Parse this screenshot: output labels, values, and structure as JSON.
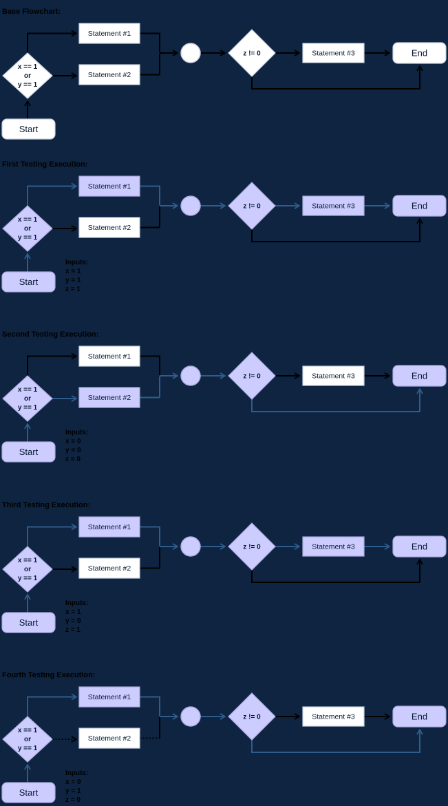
{
  "colors": {
    "background": "#0E2440",
    "normal_path": "#000000",
    "executed_path": "#2E5C8C",
    "normal_fill": "#FFFFFF",
    "executed_fill": "#CCCCFF",
    "normal_border": "#C9D2E0",
    "executed_border": "#ACACE0",
    "shape_text": "#081B33",
    "label_text": "#000000"
  },
  "node_labels": {
    "start": "Start",
    "decision1_lines": [
      "x == 1",
      "or",
      "y == 1"
    ],
    "statement1": "Statement #1",
    "statement2": "Statement #2",
    "decision2": "z != 0",
    "statement3": "Statement #3",
    "end": "End"
  },
  "sections": [
    {
      "title": "Base Flowchart:",
      "inputs_label": "",
      "inputs": [],
      "highlighted_nodes": [],
      "executed_connectors": [],
      "dotted_connectors": []
    },
    {
      "title": "First Testing Execution:",
      "inputs_label": "Inputs:",
      "inputs": [
        "x = 1",
        "y = 1",
        "z = 1"
      ],
      "highlighted_nodes": [
        "start",
        "decision1",
        "statement1",
        "circle",
        "decision2",
        "statement3",
        "end"
      ],
      "executed_connectors": [
        "start-decision1",
        "decision1-statement1",
        "statement1-merge",
        "merge-circle",
        "circle-decision2",
        "decision2-statement3",
        "statement3-end"
      ],
      "dotted_connectors": []
    },
    {
      "title": "Second Testing Execution:",
      "inputs_label": "Inputs:",
      "inputs": [
        "x = 0",
        "y = 0",
        "z = 0"
      ],
      "highlighted_nodes": [
        "start",
        "decision1",
        "statement2",
        "circle",
        "decision2",
        "end"
      ],
      "executed_connectors": [
        "start-decision1",
        "decision1-statement2",
        "statement2-merge",
        "merge-circle",
        "circle-decision2",
        "skip-loop"
      ],
      "dotted_connectors": []
    },
    {
      "title": "Third Testing Execution:",
      "inputs_label": "Inputs:",
      "inputs": [
        "x = 1",
        "y = 0",
        "z = 1"
      ],
      "highlighted_nodes": [
        "start",
        "decision1",
        "statement1",
        "circle",
        "decision2",
        "statement3",
        "end"
      ],
      "executed_connectors": [
        "start-decision1",
        "decision1-statement1",
        "statement1-merge",
        "merge-circle",
        "circle-decision2",
        "decision2-statement3",
        "statement3-end"
      ],
      "dotted_connectors": []
    },
    {
      "title": "Fourth Testing Execution:",
      "inputs_label": "Inputs:",
      "inputs": [
        "x = 0",
        "y = 1",
        "z = 0"
      ],
      "highlighted_nodes": [
        "start",
        "decision1",
        "statement1",
        "circle",
        "decision2",
        "end"
      ],
      "executed_connectors": [
        "start-decision1",
        "decision1-statement1",
        "statement1-merge",
        "merge-circle",
        "circle-decision2",
        "skip-loop"
      ],
      "dotted_connectors": [
        "decision1-statement2",
        "statement2-merge"
      ]
    }
  ]
}
